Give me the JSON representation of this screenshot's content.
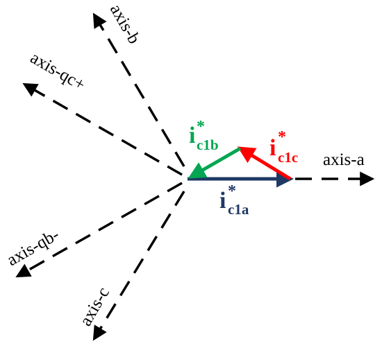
{
  "axes": {
    "a": "axis-a",
    "b": "axis-b",
    "c": "axis-c",
    "qc_plus": "axis-qc+",
    "qb_minus": "axis-qb-"
  },
  "vectors": {
    "c1a": {
      "symbol": "i",
      "subscript": "c1a",
      "superscript": "*",
      "color": "#1f3864"
    },
    "c1b": {
      "symbol": "i",
      "subscript": "c1b",
      "superscript": "*",
      "color": "#00a651"
    },
    "c1c": {
      "symbol": "i",
      "subscript": "c1c",
      "superscript": "*",
      "color": "#ff0000"
    }
  },
  "colors": {
    "axis": "#000000",
    "background": "#ffffff"
  }
}
